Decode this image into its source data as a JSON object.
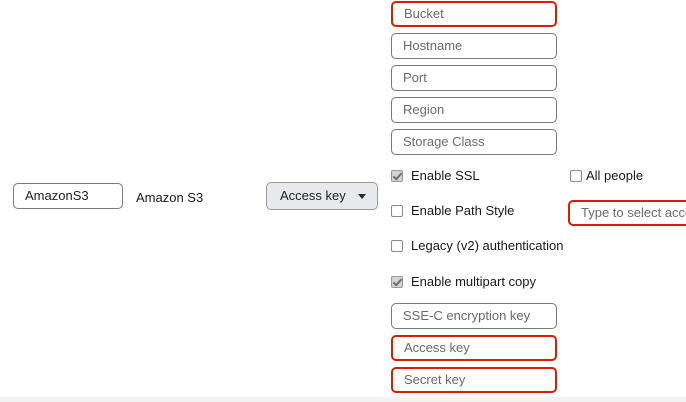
{
  "window": {
    "background_color": "#ffffff",
    "invalid_border_color": "#d81f06",
    "normal_border_color": "#7a7a7a",
    "combo_fill_color": "#e8e9ec"
  },
  "left_column": {
    "name_field": {
      "value": "AmazonS3",
      "icon": "text-input"
    },
    "type_label": "Amazon S3"
  },
  "auth_column": {
    "credential_type": {
      "selected": "Access key",
      "caret_icon": "chevron-down-icon"
    }
  },
  "settings_column": {
    "fields": [
      {
        "placeholder": "Bucket",
        "invalid": true
      },
      {
        "placeholder": "Hostname",
        "invalid": false
      },
      {
        "placeholder": "Port",
        "invalid": false
      },
      {
        "placeholder": "Region",
        "invalid": false
      },
      {
        "placeholder": "Storage Class",
        "invalid": false
      }
    ],
    "checkboxes": [
      {
        "label": "Enable SSL",
        "checked": true
      },
      {
        "label": "Enable Path Style",
        "checked": false
      },
      {
        "label": "Legacy (v2) authentication",
        "checked": false
      },
      {
        "label": "Enable multipart copy",
        "checked": true
      }
    ],
    "key_fields": [
      {
        "placeholder": "SSE-C encryption key",
        "invalid": false
      },
      {
        "placeholder": "Access key",
        "invalid": true
      },
      {
        "placeholder": "Secret key",
        "invalid": true
      }
    ]
  },
  "people_column": {
    "all_people_checkbox": {
      "label": "All people",
      "checked": false
    },
    "account_field": {
      "placeholder": "Type to select acco",
      "invalid": true
    }
  }
}
